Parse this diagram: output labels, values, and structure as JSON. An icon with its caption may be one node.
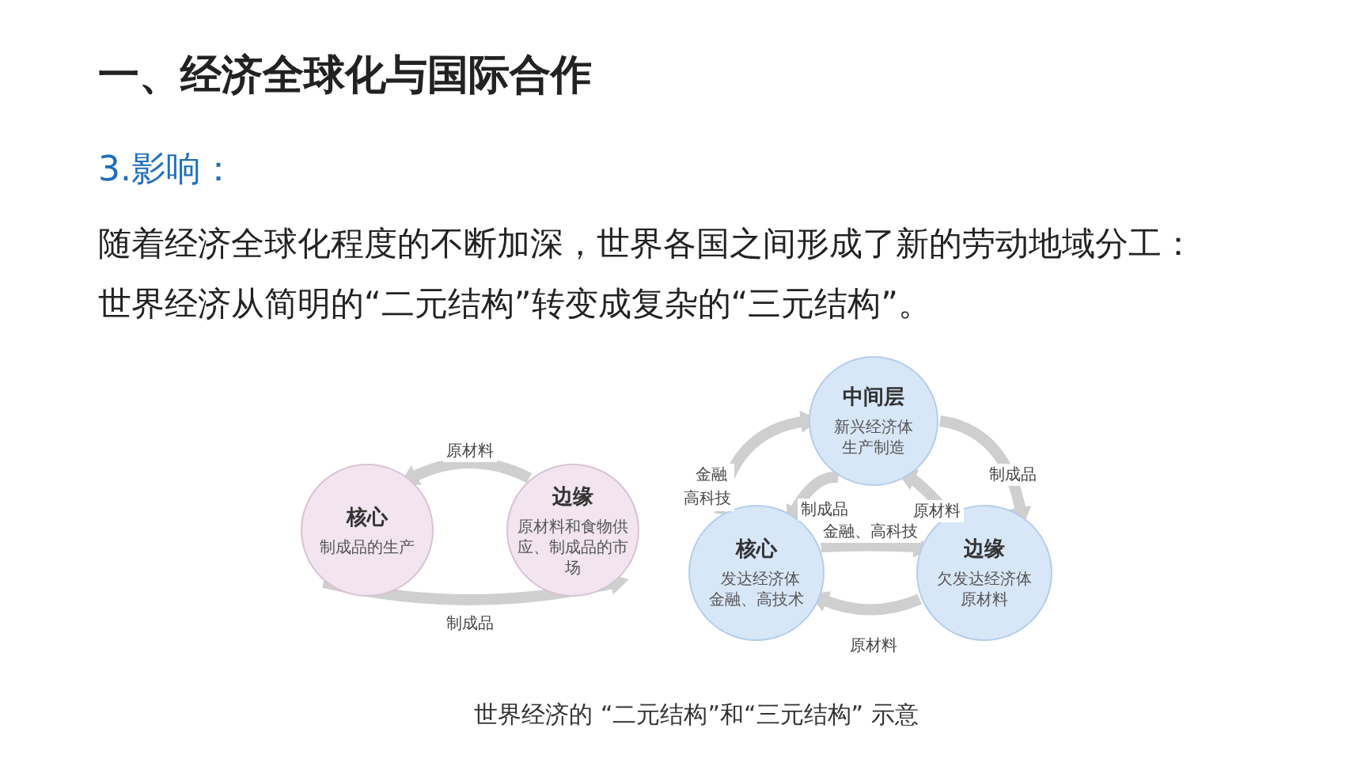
{
  "diagram": {
    "title": "一、经济全球化与国际合作",
    "nodes": [
      {
        "text": [
          "核心",
          "制成品的生产"
        ]
      },
      {
        "text": [
          "边缘",
          "原材料和食物供应、制成品的市场"
        ]
      },
      {
        "text": [
          "中间层",
          "新兴经济体生产制造"
        ]
      },
      {
        "text": [
          "核心",
          "发达经济体金融、高技术"
        ]
      },
      {
        "text": [
          "边缘",
          "欠发达经济体原材料"
        ]
      }
    ],
    "edges": [
      {
        "from": 1,
        "to": 0,
        "arrow": "to",
        "label": "原材料"
      },
      {
        "from": 0,
        "to": 1,
        "arrow": "to",
        "label": "制成品"
      },
      {
        "from": 3,
        "to": 2,
        "arrow": "to",
        "label": "金融高科技"
      },
      {
        "from": 2,
        "to": 3,
        "arrow": "to",
        "label": "制成品"
      },
      {
        "from": 2,
        "to": 4,
        "arrow": "to",
        "label": "制成品"
      },
      {
        "from": 4,
        "to": 2,
        "arrow": "to",
        "label": "原材料"
      },
      {
        "from": 3,
        "to": 4,
        "arrow": "to",
        "label": "金融、高科技"
      },
      {
        "from": 4,
        "to": 3,
        "arrow": "to",
        "label": "原材料"
      }
    ],
    "labels": [
      "3.影响：",
      "随着经济全球化程度的不断加深，世界各国之间形成了新的劳动地域分工：世界经济从简明的“二元结构”转变成复杂的“三元结构”。"
    ],
    "caption": "世界经济的 “二元结构”和“三元结构” 示意"
  }
}
